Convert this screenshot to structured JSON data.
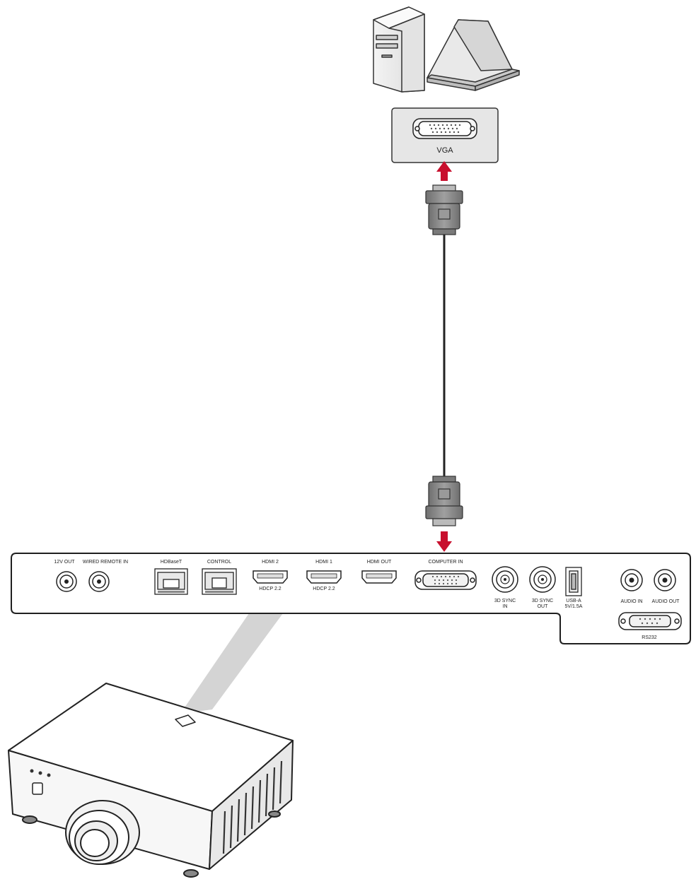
{
  "source_device": {
    "port_label": "VGA"
  },
  "panel": {
    "ports": {
      "twelve_v_out": "12V OUT",
      "wired_remote_in": "WIRED REMOTE IN",
      "hdbaset": "HDBaseT",
      "control": "CONTROL",
      "hdmi2": "HDMI 2",
      "hdmi2_sub": "HDCP 2.2",
      "hdmi1": "HDMI 1",
      "hdmi1_sub": "HDCP 2.2",
      "hdmi_out": "HDMI OUT",
      "computer_in": "COMPUTER IN",
      "sync_in_l1": "3D SYNC",
      "sync_in_l2": "IN",
      "sync_out_l1": "3D SYNC",
      "sync_out_l2": "OUT",
      "usb_l1": "USB-A",
      "usb_l2": "5V/1.5A",
      "audio_in": "AUDIO IN",
      "audio_out": "AUDIO OUT",
      "rs232": "RS232"
    }
  },
  "colors": {
    "arrow": "#c8102e",
    "line": "#222222",
    "connector_fill": "#8a8a8a",
    "port_box": "#e6e6e6",
    "projection_beam": "#d4d4d4"
  }
}
